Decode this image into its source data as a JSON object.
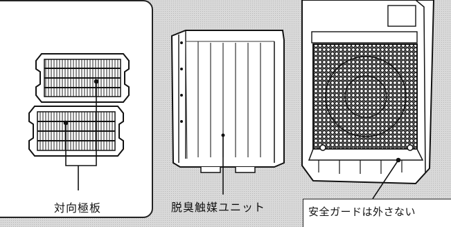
{
  "labels": {
    "opposing_plates": "対向極板",
    "deodorizing_catalyst_unit": "脱臭触媒ユニット",
    "safety_guard_note": "安全ガードは外さない"
  }
}
